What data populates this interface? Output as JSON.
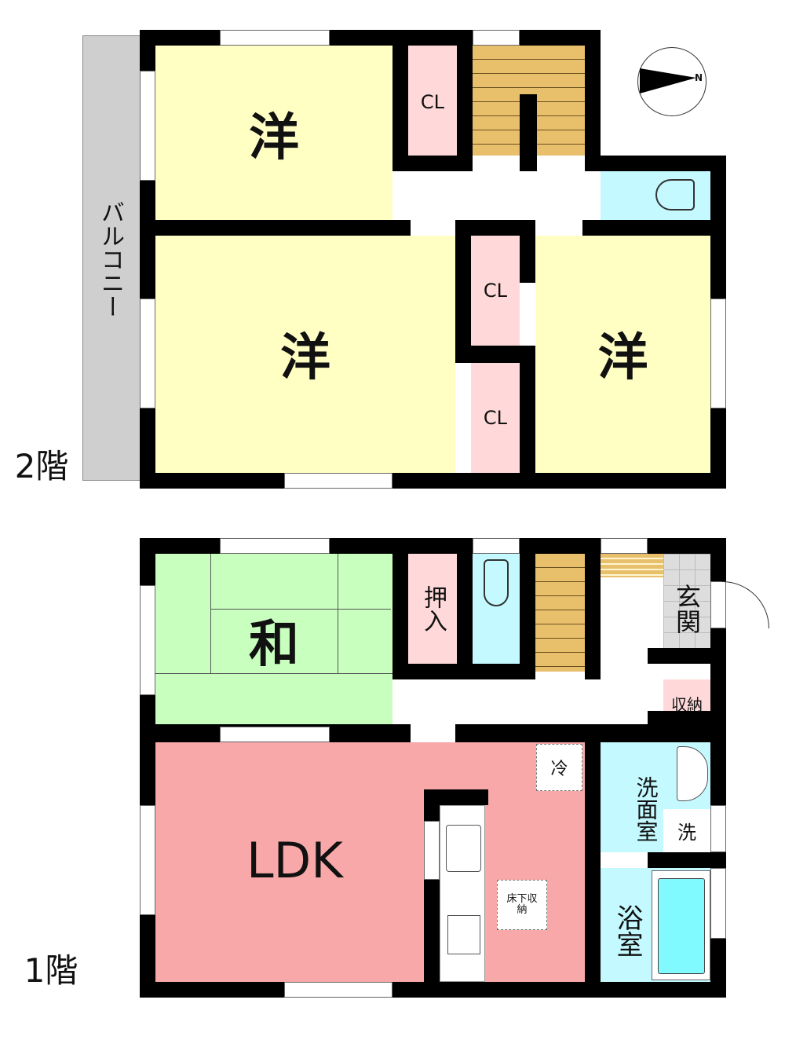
{
  "floor2": {
    "label": "2階",
    "balcony": "バルコニー",
    "rooms": {
      "western_top": "洋",
      "western_middle": "洋",
      "western_right": "洋"
    },
    "closets": [
      "CL",
      "CL",
      "CL"
    ],
    "compass": "N"
  },
  "floor1": {
    "label": "1階",
    "rooms": {
      "japanese": "和",
      "oshiire": "押入",
      "entrance": "玄関",
      "storage": "収納",
      "ldk": "LDK",
      "fridge": "冷",
      "underfloor": "床下収納",
      "washroom": "洗面室",
      "washer": "洗",
      "bath": "浴室"
    }
  },
  "colors": {
    "western": "#ffffc4",
    "closet": "#ffd9d9",
    "stairs": "#e8c06c",
    "water": "#c4faff",
    "japanese": "#c8ffbe",
    "ldk": "#f8a8a8"
  }
}
